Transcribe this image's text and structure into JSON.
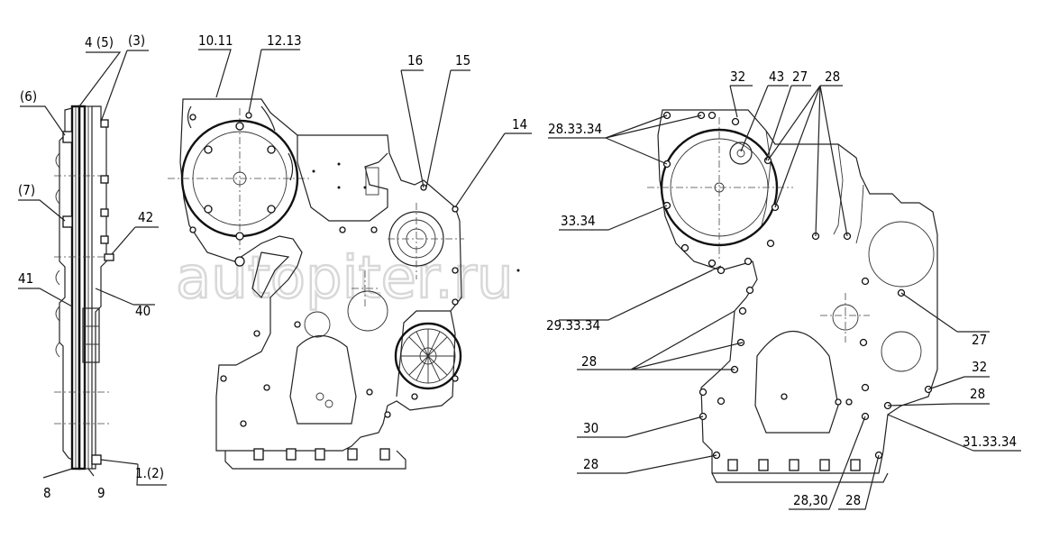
{
  "watermark": "autopiter.ru",
  "callouts": {
    "c_4_5": "4 (5)",
    "c_3": "(3)",
    "c_6": "(6)",
    "c_7": "(7)",
    "c_42": "42",
    "c_41": "41",
    "c_40": "40",
    "c_1_2": "1.(2)",
    "c_8": "8",
    "c_9": "9",
    "c_10_11": "10.11",
    "c_12_13": "12.13",
    "c_16": "16",
    "c_15": "15",
    "c_14": "14",
    "c_32_top": "32",
    "c_43": "43",
    "c_27_top": "27",
    "c_28_top": "28",
    "c_28_33_34": "28.33.34",
    "c_33_34": "33.34",
    "c_29_33_34": "29.33.34",
    "c_28_mid": "28",
    "c_27_right": "27",
    "c_32_right": "32",
    "c_28_right": "28",
    "c_30": "30",
    "c_31_33_34": "31.33.34",
    "c_28_bottom_left": "28",
    "c_28_30": "28,30",
    "c_28_bottom": "28"
  }
}
